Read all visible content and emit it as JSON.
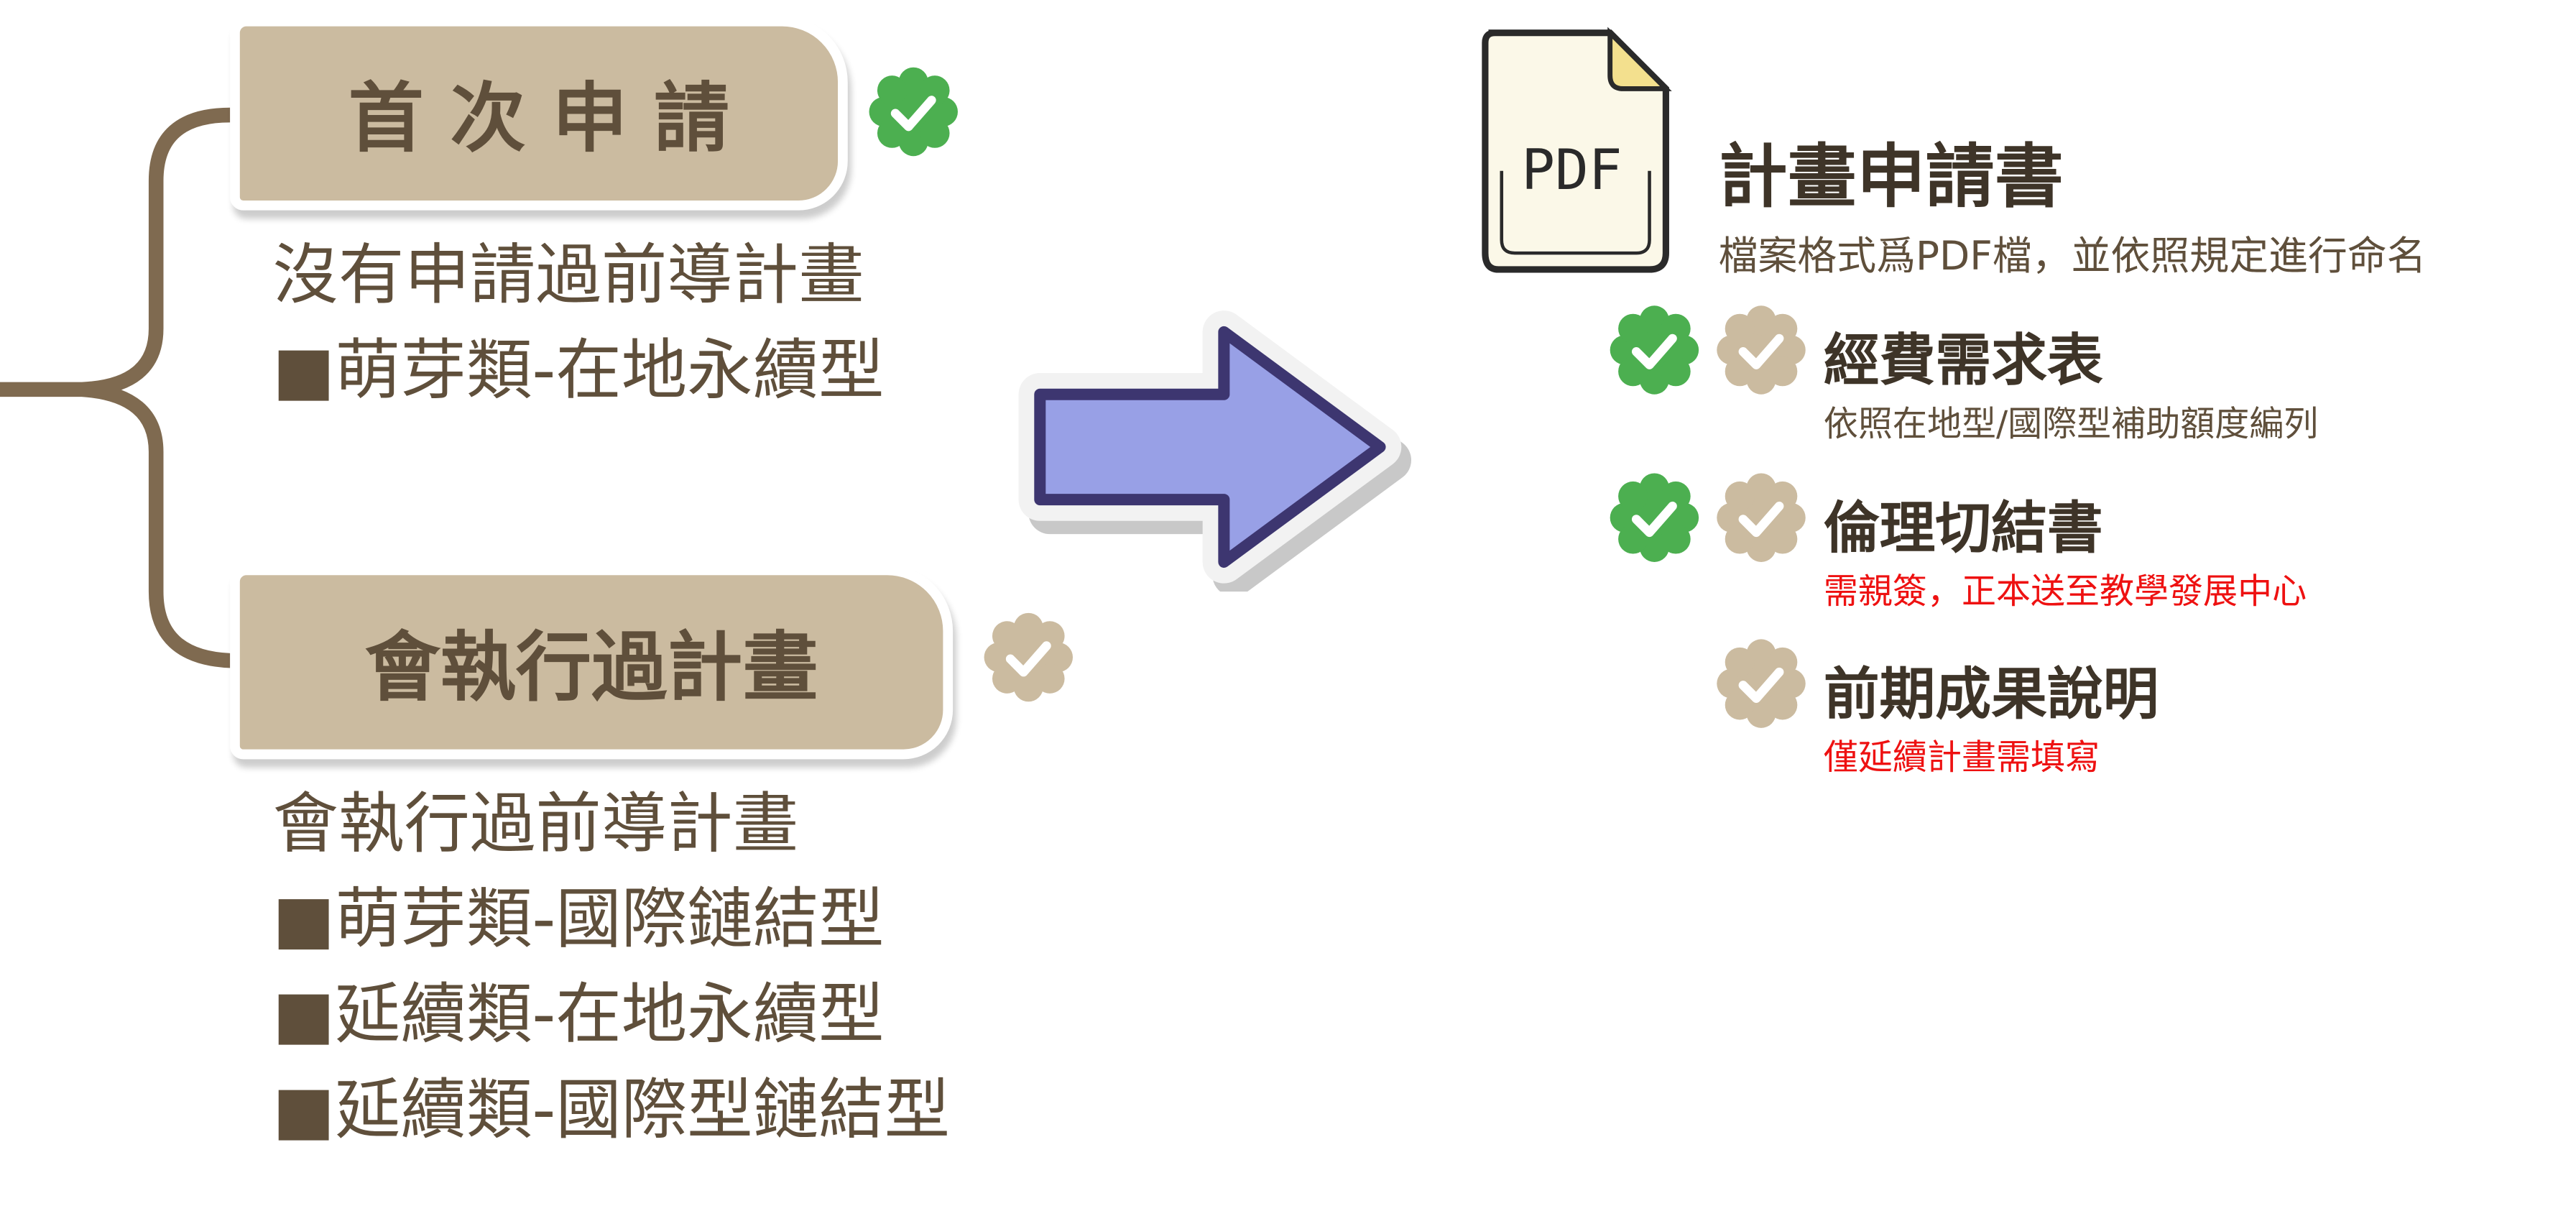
{
  "left": {
    "first": {
      "label": "首 次 申 請",
      "checked": true,
      "lines": [
        "沒有申請過前導計畫",
        "■萌芽類-在地永續型"
      ]
    },
    "executed": {
      "label": "會執行過計畫",
      "checked": false,
      "lines": [
        "會執行過前導計畫",
        "■萌芽類-國際鏈結型",
        "■延續類-在地永續型",
        "■延續類-國際型鏈結型"
      ]
    }
  },
  "right": {
    "pdf_label": "PDF",
    "title": "計畫申請書",
    "subtitle": "檔案格式爲PDF檔，並依照規定進行命名",
    "items": [
      {
        "title": "經費需求表",
        "note": "依照在地型/國際型補助額度編列",
        "note_color": "#5f4f3b",
        "first": true
      },
      {
        "title": "倫理切結書",
        "note": "需親簽，正本送至教學發展中心",
        "note_color": "#ee1111",
        "first": true
      },
      {
        "title": "前期成果說明",
        "note": "僅延續計畫需填寫",
        "note_color": "#ee1111",
        "first": false
      }
    ]
  },
  "colors": {
    "green": "#4caf50",
    "tan": "#cbbba0",
    "brown": "#7f6a50",
    "arrow": "#98a0e6"
  }
}
